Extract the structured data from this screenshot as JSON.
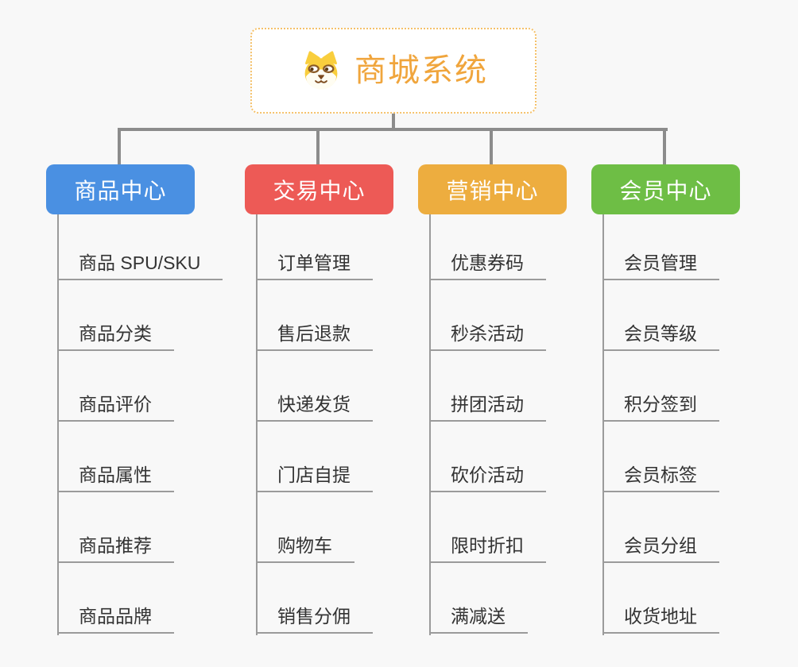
{
  "canvas": {
    "background": "#F8F8F8"
  },
  "root": {
    "title": "商城系统",
    "icon": "shiba-dog-icon",
    "title_color": "#F0A53C",
    "border_color": "#F5C169"
  },
  "connectors": {
    "main_line_color": "#8C8C8C",
    "branch_line_color": "#9B9B9B"
  },
  "branches": [
    {
      "label": "商品中心",
      "color": "#4A90E2",
      "items": [
        "商品 SPU/SKU",
        "商品分类",
        "商品评价",
        "商品属性",
        "商品推荐",
        "商品品牌"
      ]
    },
    {
      "label": "交易中心",
      "color": "#ED5A56",
      "items": [
        "订单管理",
        "售后退款",
        "快递发货",
        "门店自提",
        "购物车",
        "销售分佣"
      ]
    },
    {
      "label": "营销中心",
      "color": "#EDAD3F",
      "items": [
        "优惠券码",
        "秒杀活动",
        "拼团活动",
        "砍价活动",
        "限时折扣",
        "满减送"
      ]
    },
    {
      "label": "会员中心",
      "color": "#6EBE45",
      "items": [
        "会员管理",
        "会员等级",
        "积分签到",
        "会员标签",
        "会员分组",
        "收货地址"
      ]
    }
  ]
}
